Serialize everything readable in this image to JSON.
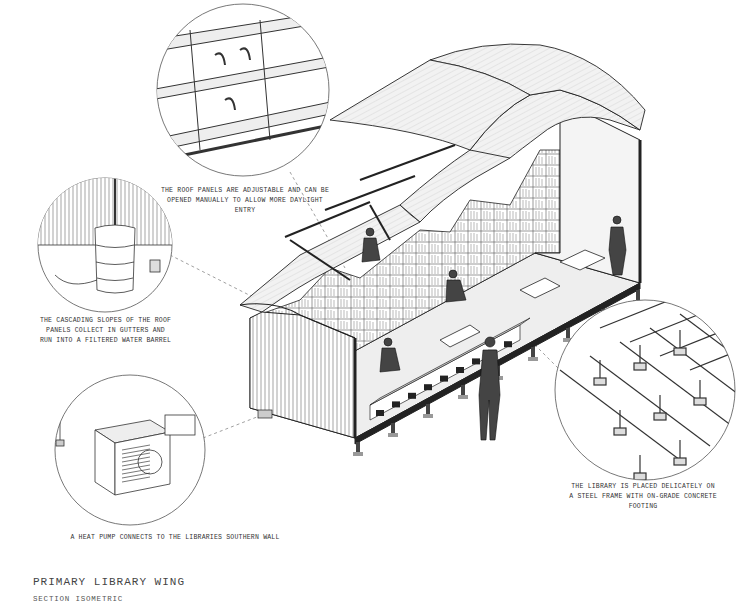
{
  "diagram": {
    "title": "PRIMARY LIBRARY WING",
    "caption": "SECTION ISOMETRIC",
    "labels": [
      "THE ROOF PANELS ARE ADJUSTABLE AND CAN BE OPENED MANUALLY TO ALLOW MORE DAYLIGHT ENTRY",
      "THE CASCADING SLOPES OF THE ROOF PANELS COLLECT IN GUTTERS AND RUN INTO A FILTERED WATER BARREL",
      "A HEAT PUMP CONNECTS TO THE LIBRARIES SOUTHERN WALL",
      "THE LIBRARY IS PLACED DELICATELY ON A STEEL FRAME WITH ON-GRADE CONCRETE FOOTING"
    ]
  }
}
